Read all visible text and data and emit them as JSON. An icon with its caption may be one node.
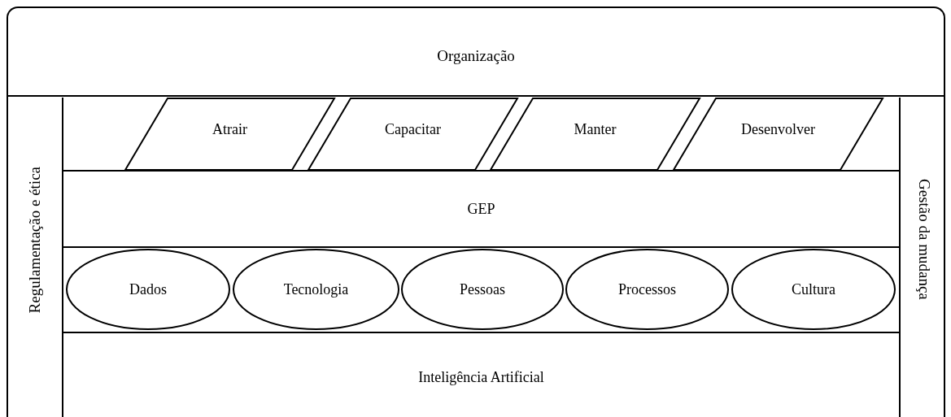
{
  "diagram": {
    "nodes": [
      {
        "text": [
          "Organização"
        ]
      },
      {
        "text": [
          "Regulamentação e ética"
        ],
        "in": 0
      },
      {
        "text": [
          "Atrair"
        ],
        "in": 0
      },
      {
        "text": [
          "Capacitar"
        ],
        "in": 0
      },
      {
        "text": [
          "Manter"
        ],
        "in": 0
      },
      {
        "text": [
          "Desenvolver"
        ],
        "in": 0
      },
      {
        "text": [
          "GEP"
        ],
        "in": 0
      },
      {
        "text": [
          "Dados"
        ],
        "in": 0
      },
      {
        "text": [
          "Tecnologia"
        ],
        "in": 0
      },
      {
        "text": [
          "Pessoas"
        ],
        "in": 0
      },
      {
        "text": [
          "Processos"
        ],
        "in": 0
      },
      {
        "text": [
          "Cultura"
        ],
        "in": 0
      },
      {
        "text": [
          "Inteligência Artificial"
        ],
        "in": 0
      },
      {
        "text": [
          "Gestão da mudança"
        ],
        "in": 0
      }
    ]
  }
}
